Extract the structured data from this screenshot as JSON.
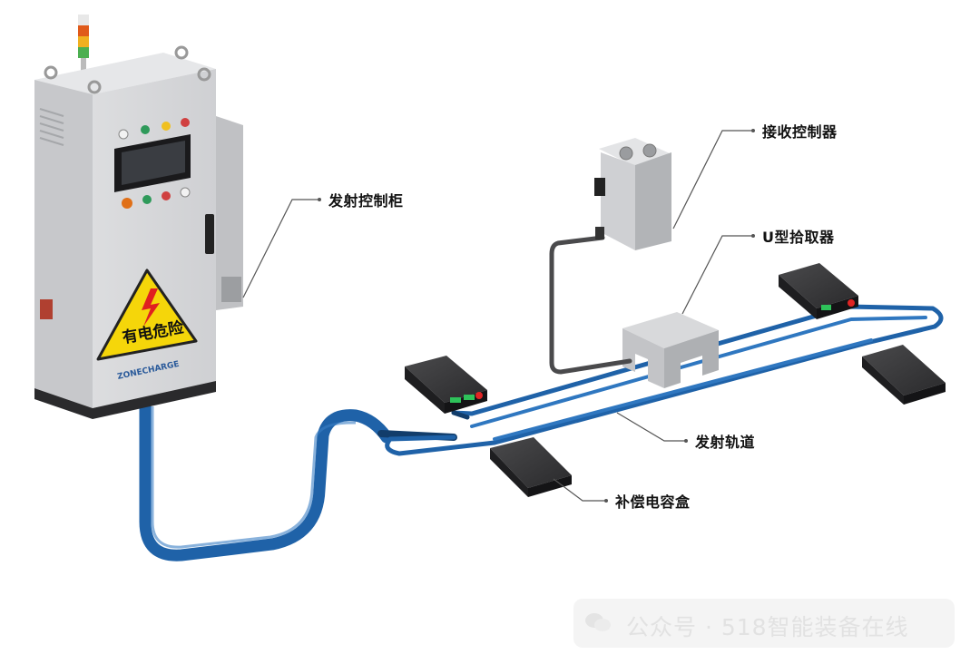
{
  "labels": {
    "cabinet": "发射控制柜",
    "receiver": "接收控制器",
    "pickup": "U型拾取器",
    "track": "发射轨道",
    "capacitor": "补偿电容盒"
  },
  "cabinet": {
    "warning_text": "有电危险",
    "brand": "ZONECHARGE"
  },
  "watermark": {
    "text": "公众号 · 518智能装备在线"
  },
  "colors": {
    "cable_blue": "#1f62a8",
    "cable_dark": "#123d6b",
    "cabinet_body": "#d7d8da",
    "cabinet_side": "#b9bbbe",
    "warning_yellow": "#f5d60a",
    "box_dark": "#2c2c2e"
  }
}
